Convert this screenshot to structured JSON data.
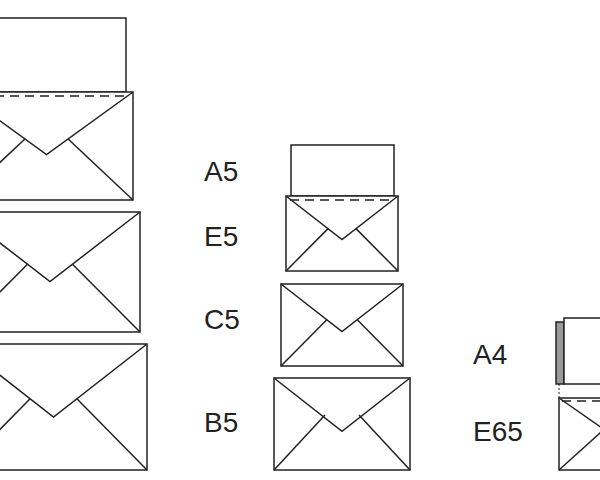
{
  "diagram": {
    "labels": [
      "A5",
      "E5",
      "C5",
      "B5",
      "A4",
      "E65"
    ]
  }
}
